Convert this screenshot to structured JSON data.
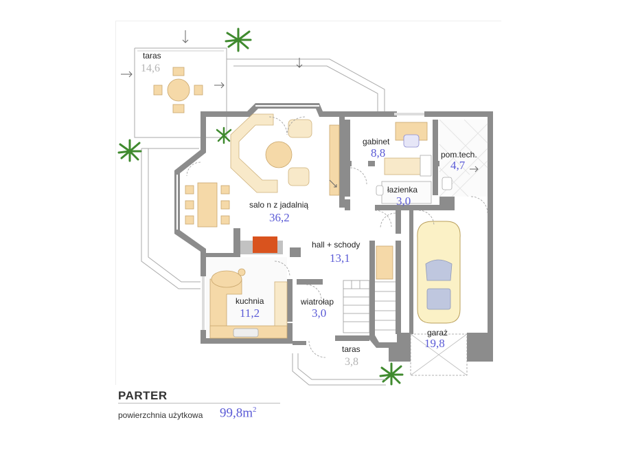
{
  "floor": {
    "title": "PARTER",
    "area_caption": "powierzchnia użytkowa",
    "area_total": "99,8m",
    "area_unit_exp": "2"
  },
  "rooms": [
    {
      "id": "taras-1",
      "label": "taras",
      "area": "14,6"
    },
    {
      "id": "salon",
      "label": "salo n z jadalnią",
      "area": "36,2"
    },
    {
      "id": "gabinet",
      "label": "gabinet",
      "area": "8,8"
    },
    {
      "id": "pomtech",
      "label": "pom.tech.",
      "area": "4,7"
    },
    {
      "id": "lazienka",
      "label": "łazienka",
      "area": "3,0"
    },
    {
      "id": "hall",
      "label": "hall + schody",
      "area": "13,1"
    },
    {
      "id": "kuchnia",
      "label": "kuchnia",
      "area": "11,2"
    },
    {
      "id": "wiatrolap",
      "label": "wiatrołap",
      "area": "3,0"
    },
    {
      "id": "taras-2",
      "label": "taras",
      "area": "3,8"
    },
    {
      "id": "garaz",
      "label": "garaż",
      "area": "19,8"
    }
  ],
  "colors": {
    "wall": "#8c8c8c",
    "area_text": "#5a5ad6",
    "exterior_area_text": "#b4b4b4",
    "furniture": "#f5d9a8",
    "fireplace": "#d9531e"
  }
}
